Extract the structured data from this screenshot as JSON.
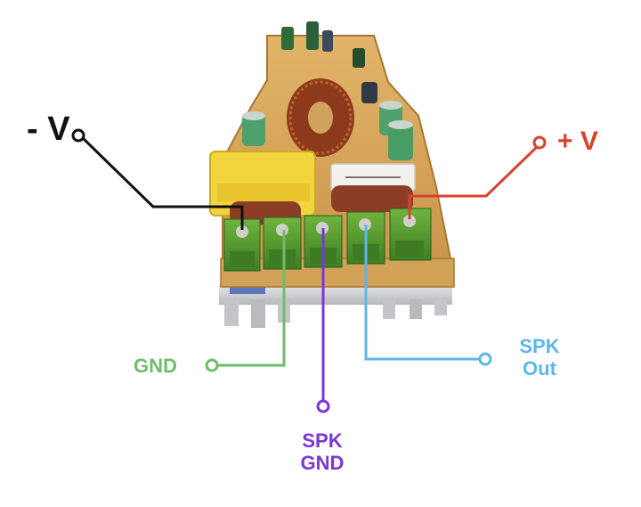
{
  "labels": {
    "minus_v": "- V",
    "plus_v": "+ V",
    "gnd": "GND",
    "spk_out": "SPK\nOut",
    "spk_gnd": "SPK\nGND"
  },
  "colors": {
    "minus_v": "#111111",
    "plus_v": "#d9422c",
    "gnd": "#6dbd6b",
    "spk_out": "#5eb6ea",
    "spk_gnd": "#7b35d9"
  },
  "terminals": [
    "minus-v",
    "gnd",
    "spk-gnd",
    "spk-out",
    "plus-v"
  ]
}
